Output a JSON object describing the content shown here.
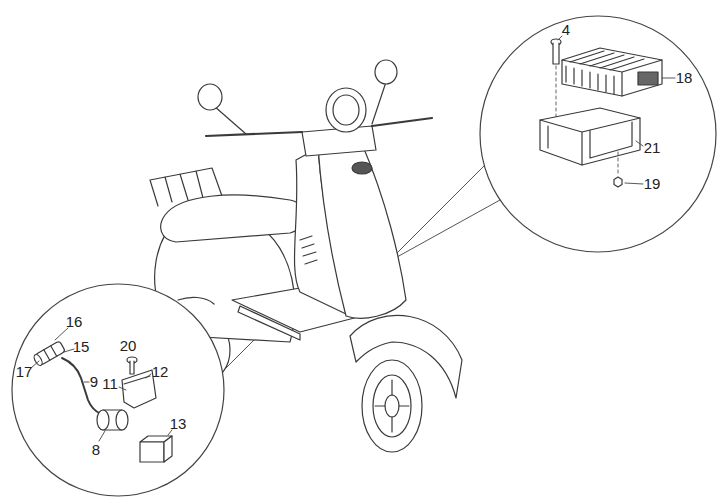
{
  "diagram": {
    "labels": [
      "4",
      "18",
      "21",
      "19",
      "16",
      "15",
      "17",
      "20",
      "9",
      "11",
      "12",
      "8",
      "13"
    ]
  }
}
